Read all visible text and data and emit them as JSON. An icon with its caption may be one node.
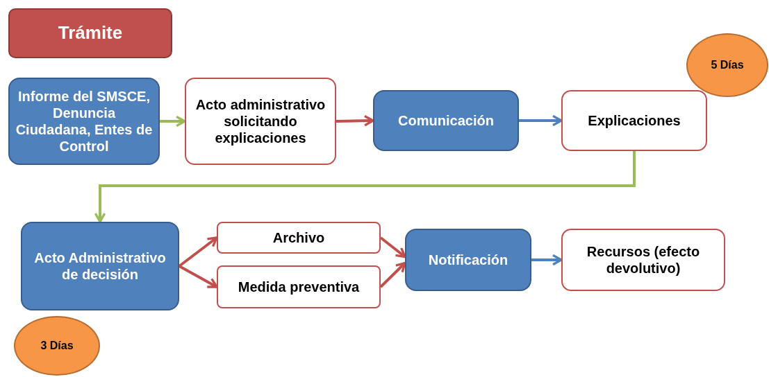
{
  "diagram": {
    "nodes": [
      {
        "text": [
          "Trámite"
        ]
      },
      {
        "text": [
          "Informe del SMSCE, Denuncia Ciudadana, Entes de Control"
        ]
      },
      {
        "text": [
          "Acto administrativo solicitando explicaciones"
        ]
      },
      {
        "text": [
          "Comunicación"
        ]
      },
      {
        "text": [
          "Explicaciones"
        ]
      },
      {
        "text": [
          "5 Días"
        ]
      },
      {
        "text": [
          "Acto Administrativo de decisión"
        ]
      },
      {
        "text": [
          "Archivo"
        ]
      },
      {
        "text": [
          "Medida preventiva"
        ]
      },
      {
        "text": [
          "Notificación"
        ]
      },
      {
        "text": [
          "Recursos (efecto devolutivo)"
        ]
      },
      {
        "text": [
          "3 Días"
        ]
      }
    ],
    "edges": [
      {
        "from": 1,
        "to": 2,
        "arrow": "to",
        "color": "#9bbb59"
      },
      {
        "from": 2,
        "to": 3,
        "arrow": "to",
        "color": "#c0504d"
      },
      {
        "from": 3,
        "to": 4,
        "arrow": "to",
        "color": "#4f81bd"
      },
      {
        "from": 4,
        "to": 6,
        "arrow": "to",
        "color": "#9bbb59"
      },
      {
        "from": 6,
        "to": 7,
        "arrow": "to",
        "color": "#c0504d"
      },
      {
        "from": 6,
        "to": 8,
        "arrow": "to",
        "color": "#c0504d"
      },
      {
        "from": 7,
        "to": 9,
        "arrow": "to",
        "color": "#c0504d"
      },
      {
        "from": 8,
        "to": 9,
        "arrow": "to",
        "color": "#c0504d"
      },
      {
        "from": 9,
        "to": 10,
        "arrow": "to",
        "color": "#4f81bd"
      }
    ]
  }
}
